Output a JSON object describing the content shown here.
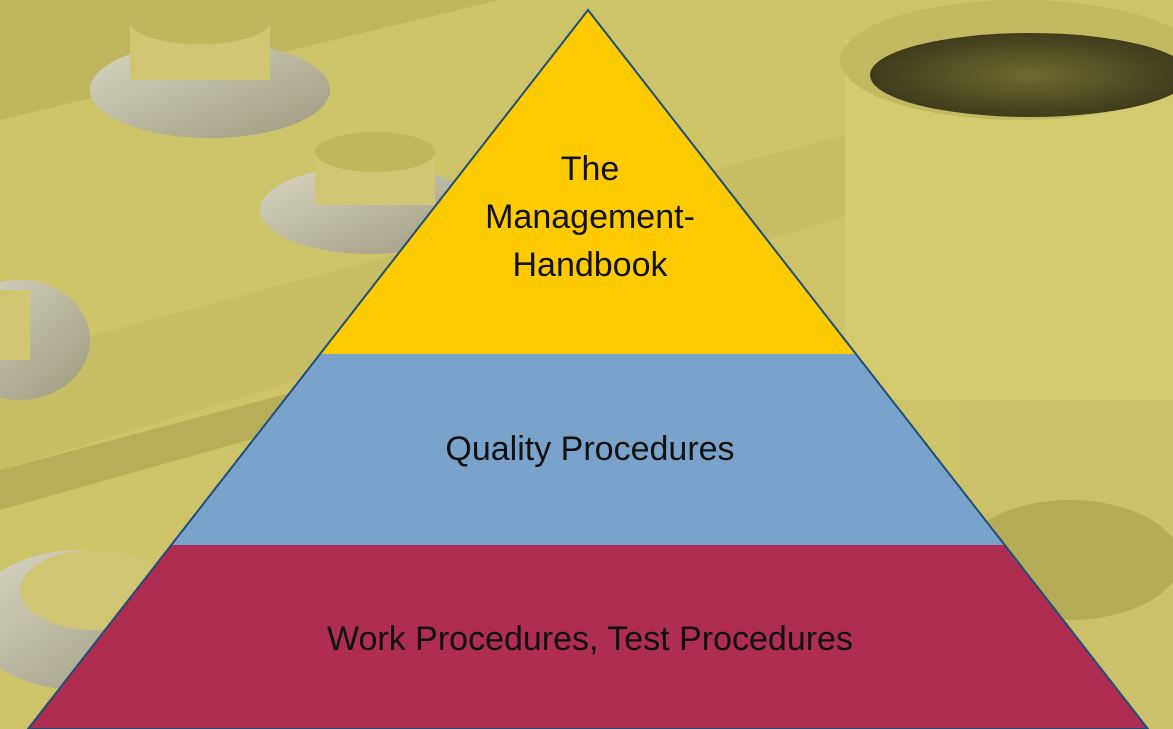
{
  "pyramid": {
    "tiers": [
      {
        "label": "The\nManagement-\nHandbook",
        "color": "#fecb00"
      },
      {
        "label": "Quality Procedures",
        "color": "#7aa3cb"
      },
      {
        "label": "Work Procedures, Test Procedures",
        "color": "#ae2d50"
      }
    ],
    "outline_color": "#1f4e79"
  }
}
